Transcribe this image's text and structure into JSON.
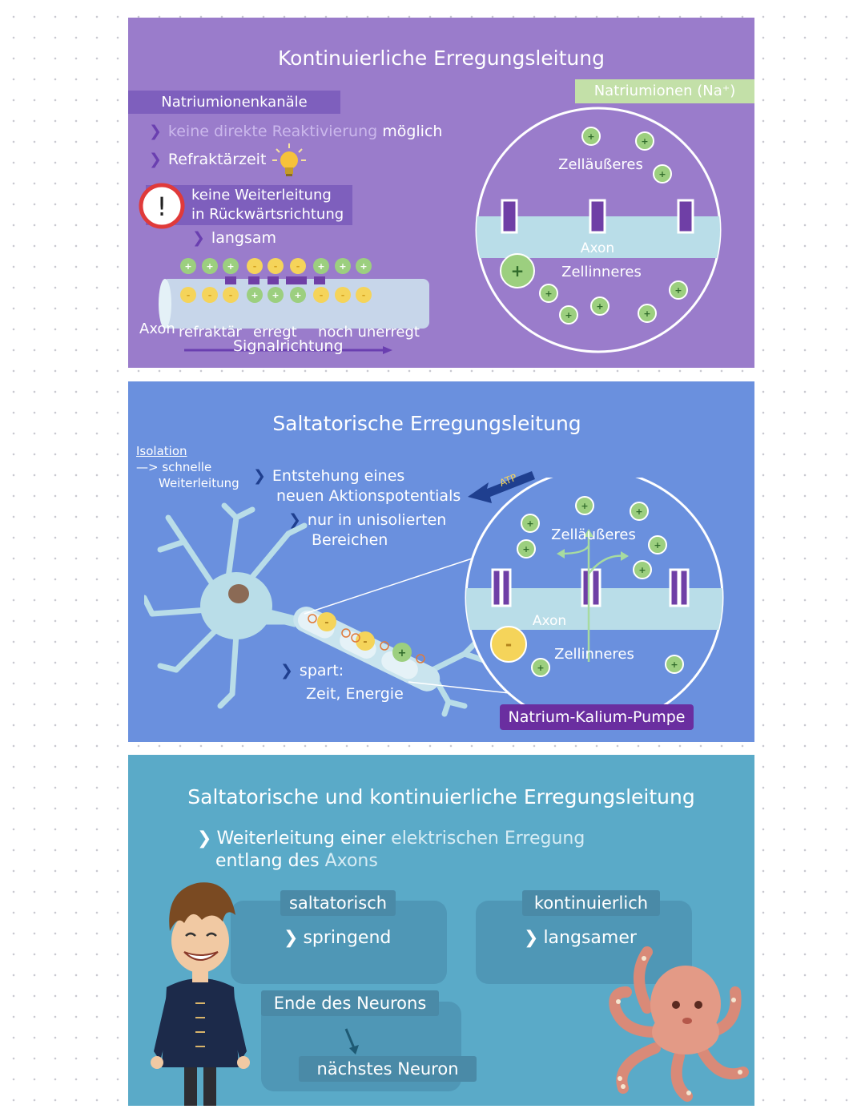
{
  "panel1": {
    "title": "Kontinuierliche Erregungsleitung",
    "channels_label": "Natriumionenkanäle",
    "bullet1_a": "keine direkte Reaktivierung",
    "bullet1_b": " möglich",
    "bullet2": "Refraktärzeit",
    "warning_line1": "keine Weiterleitung",
    "warning_line2": "in Rückwärtsrichtung",
    "bullet3": "langsam",
    "zone_refractory": "refraktär",
    "zone_excited": "erregt",
    "zone_unexcited": "noch unerregt",
    "axon_label": "Axon",
    "signal_label": "Signalrichtung",
    "ions_label": "Natriumionen (Na⁺)",
    "outside_label": "Zelläußeres",
    "axon_circle_label": "Axon",
    "inside_label": "Zellinneres",
    "plus": "+",
    "minus": "-",
    "warning_mark": "!"
  },
  "panel2": {
    "title": "Saltatorische Erregungsleitung",
    "isolation": "Isolation",
    "isolation_line2": "—> schnelle",
    "isolation_line3": "Weiterleitung",
    "bullet1_l1": "Entstehung eines",
    "bullet1_l2": "neuen Aktionspotentials",
    "bullet2_l1": "nur in unisolierten",
    "bullet2_l2": "Bereichen",
    "atp": "ATP",
    "outside_label": "Zelläußeres",
    "axon_label": "Axon",
    "inside_label": "Zellinneres",
    "saves_l1": "spart:",
    "saves_l2": "Zeit, Energie",
    "pump_label": "Natrium-Kalium-Pumpe"
  },
  "panel3": {
    "title": "Saltatorische und kontinuierliche Erregungsleitung",
    "line1_a": "Weiterleitung einer ",
    "line1_b": "elektrischen Erregung",
    "line2_a": "entlang des ",
    "line2_b": "Axons",
    "saltatory": "saltatorisch",
    "saltatory_desc": "springend",
    "continuous": "kontinuierlich",
    "continuous_desc": "langsamer",
    "end_label": "Ende des Neurons",
    "next_label": "nächstes Neuron"
  },
  "colors": {
    "panel1": "#9a7ccb",
    "panel2": "#6a90de",
    "panel3": "#5aaac8",
    "ion_green": "#9ccf7f",
    "ion_yellow": "#f5d45a",
    "channel_purple": "#6f3fa6",
    "membrane": "#b9dde8",
    "pump_box": "#6a2ea0",
    "ions_tag": "#c3e0a8"
  }
}
